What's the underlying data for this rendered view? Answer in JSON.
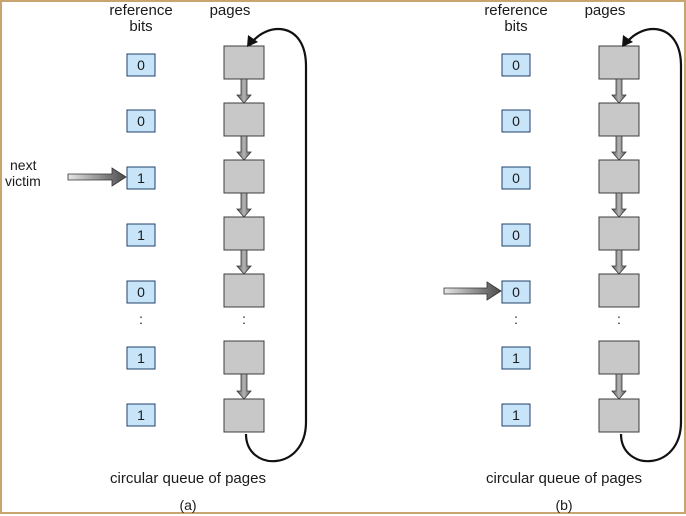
{
  "panels": [
    {
      "header_ref_line1": "reference",
      "header_ref_line2": "bits",
      "header_pages": "pages",
      "bits": [
        "0",
        "0",
        "1",
        "1",
        "0",
        "1",
        "1"
      ],
      "ellipsis": ":",
      "victim_index": 2,
      "pointer_label_line1": "next",
      "pointer_label_line2": "victim",
      "caption": "circular queue of pages",
      "sublabel": "(a)"
    },
    {
      "header_ref_line1": "reference",
      "header_ref_line2": "bits",
      "header_pages": "pages",
      "bits": [
        "0",
        "0",
        "0",
        "0",
        "0",
        "1",
        "1"
      ],
      "ellipsis": ":",
      "victim_index": 4,
      "pointer_label_line1": "",
      "pointer_label_line2": "",
      "caption": "circular queue of pages",
      "sublabel": "(b)"
    }
  ],
  "colors": {
    "bit_box_fill": "#c8e4f8",
    "bit_box_stroke": "#1f3f6a",
    "page_fill": "#c8c8c8",
    "page_stroke": "#3c3c3c",
    "arrow_fill": "#8a8a8a",
    "loop_stroke": "#111111",
    "frame": "#c8a46e"
  }
}
